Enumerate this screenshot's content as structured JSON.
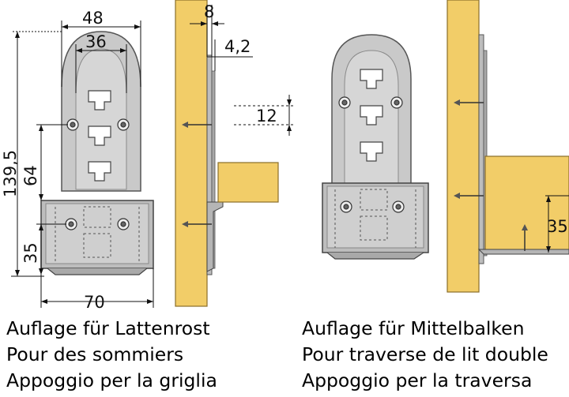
{
  "colors": {
    "wood": "#f2cd68",
    "wood_edge": "#8a6e2a",
    "bracket": "#c7c7c7",
    "bracket_dark": "#9a9a9a",
    "line": "#111111"
  },
  "dimensions": {
    "width_48": "48",
    "width_36": "36",
    "width_70": "70",
    "thickness_8": "8",
    "offset_4_2": "4,2",
    "height_139_5": "139,5",
    "height_64": "64",
    "height_35_left": "35",
    "spacing_12": "12",
    "height_35_right": "35"
  },
  "captions": {
    "left": [
      "Auflage für Lattenrost",
      "Pour des sommiers",
      "Appoggio per la griglia"
    ],
    "right": [
      "Auflage für Mittelbalken",
      "Pour traverse de lit double",
      "Appoggio per la traversa"
    ]
  }
}
